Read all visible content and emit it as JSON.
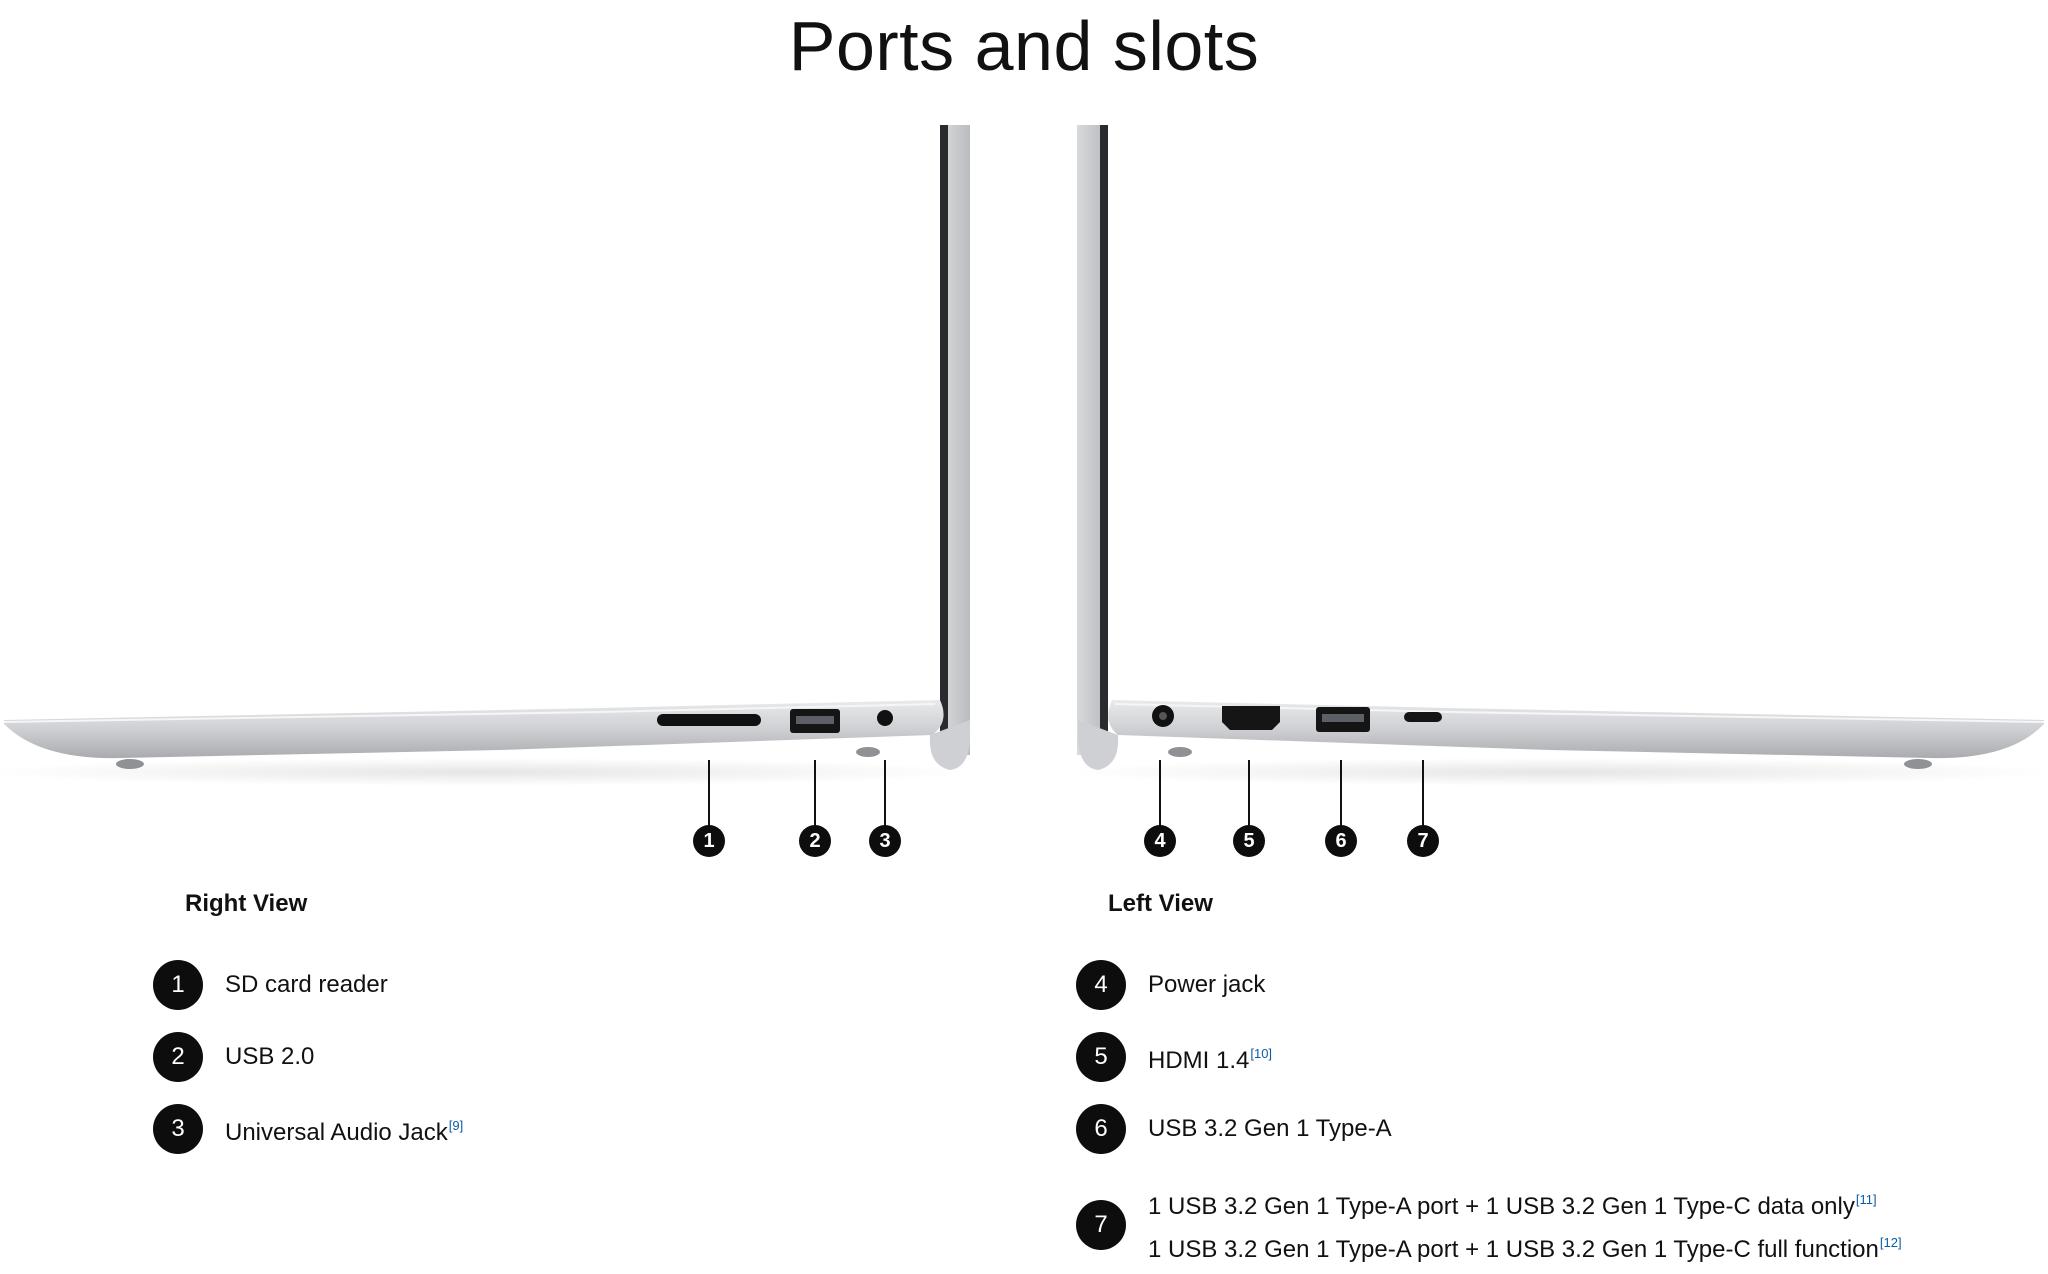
{
  "page": {
    "title": "Ports and slots"
  },
  "callouts": [
    "1",
    "2",
    "3",
    "4",
    "5",
    "6",
    "7"
  ],
  "right_view": {
    "heading": "Right View",
    "items": [
      {
        "num": "1",
        "label": "SD card reader",
        "ref": ""
      },
      {
        "num": "2",
        "label": "USB 2.0",
        "ref": ""
      },
      {
        "num": "3",
        "label": "Universal Audio Jack",
        "ref": "[9]"
      }
    ]
  },
  "left_view": {
    "heading": "Left View",
    "items": [
      {
        "num": "4",
        "label": "Power jack",
        "ref": ""
      },
      {
        "num": "5",
        "label": "HDMI 1.4",
        "ref": "[10]"
      },
      {
        "num": "6",
        "label": "USB 3.2 Gen 1 Type-A",
        "ref": ""
      },
      {
        "num": "7",
        "lines": [
          {
            "label": "1 USB 3.2 Gen 1 Type-A port + 1 USB 3.2 Gen 1 Type-C data only",
            "ref": "[11]"
          },
          {
            "label": "1 USB 3.2 Gen 1 Type-A port + 1 USB 3.2 Gen 1 Type-C full function",
            "ref": "[12]"
          }
        ]
      }
    ]
  },
  "colors": {
    "badge": "#0d0d0d",
    "reference_link": "#0b5ca5",
    "chassis": "#c9cacc"
  }
}
